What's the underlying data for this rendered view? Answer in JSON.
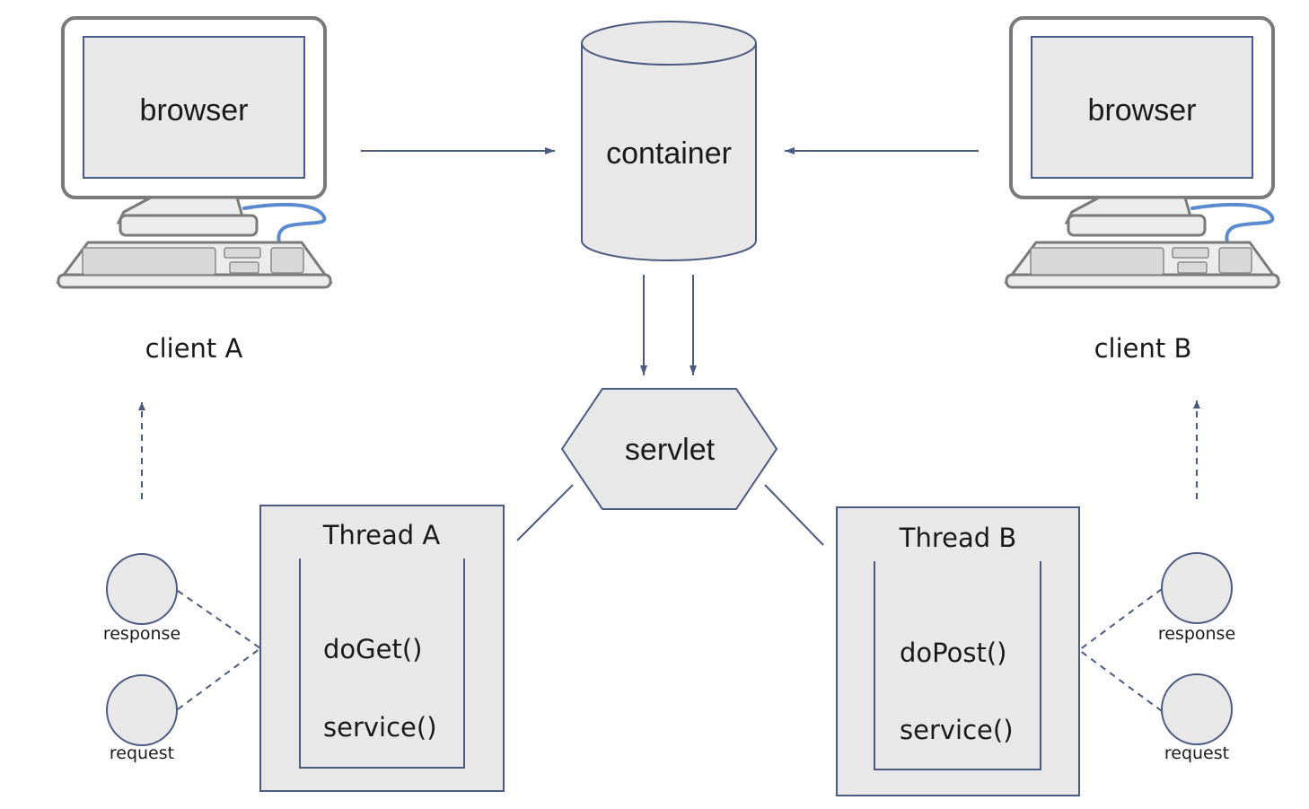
{
  "client_a": {
    "screen_label": "browser",
    "name": "client A"
  },
  "client_b": {
    "screen_label": "browser",
    "name": "client B"
  },
  "container": {
    "label": "container"
  },
  "servlet": {
    "label": "servlet"
  },
  "thread_a": {
    "title": "Thread A",
    "methods": [
      "doGet()",
      "service()"
    ]
  },
  "thread_b": {
    "title": "Thread B",
    "methods": [
      "doPost()",
      "service()"
    ]
  },
  "objects_a": {
    "response": "response",
    "request": "request"
  },
  "objects_b": {
    "response": "response",
    "request": "request"
  }
}
